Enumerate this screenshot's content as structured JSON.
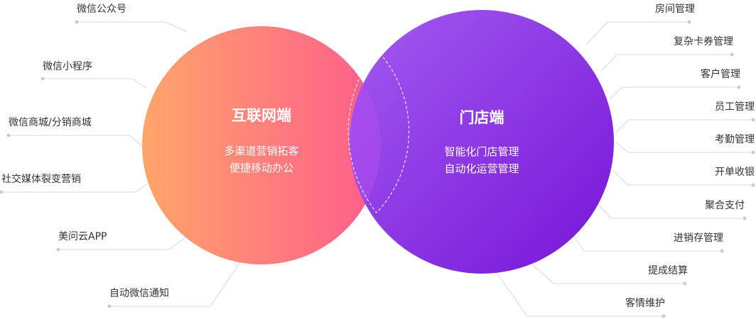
{
  "left_circle": {
    "title": "互联网端",
    "lines": [
      "多渠道营销拓客",
      "便捷移动办公"
    ],
    "gradient_start": "#ffa56a",
    "gradient_end": "#ff5c8c"
  },
  "right_circle": {
    "title": "门店端",
    "lines": [
      "智能化门店管理",
      "自动化运营管理"
    ],
    "gradient_start": "#a35bf0",
    "gradient_end": "#7614d8"
  },
  "left_labels": [
    "微信公众号",
    "微信小程序",
    "微信商城/分销商城",
    "社交媒体裂变营销",
    "美问云APP",
    "自动微信通知"
  ],
  "right_labels": [
    "房间管理",
    "复杂卡券管理",
    "客户管理",
    "员工管理",
    "考勤管理",
    "开单收银",
    "聚合支付",
    "进销存管理",
    "提成结算",
    "客情维护"
  ],
  "colors": {
    "connector": "#d8d8d8",
    "dot": "#cccccc",
    "label_text": "#333333"
  }
}
